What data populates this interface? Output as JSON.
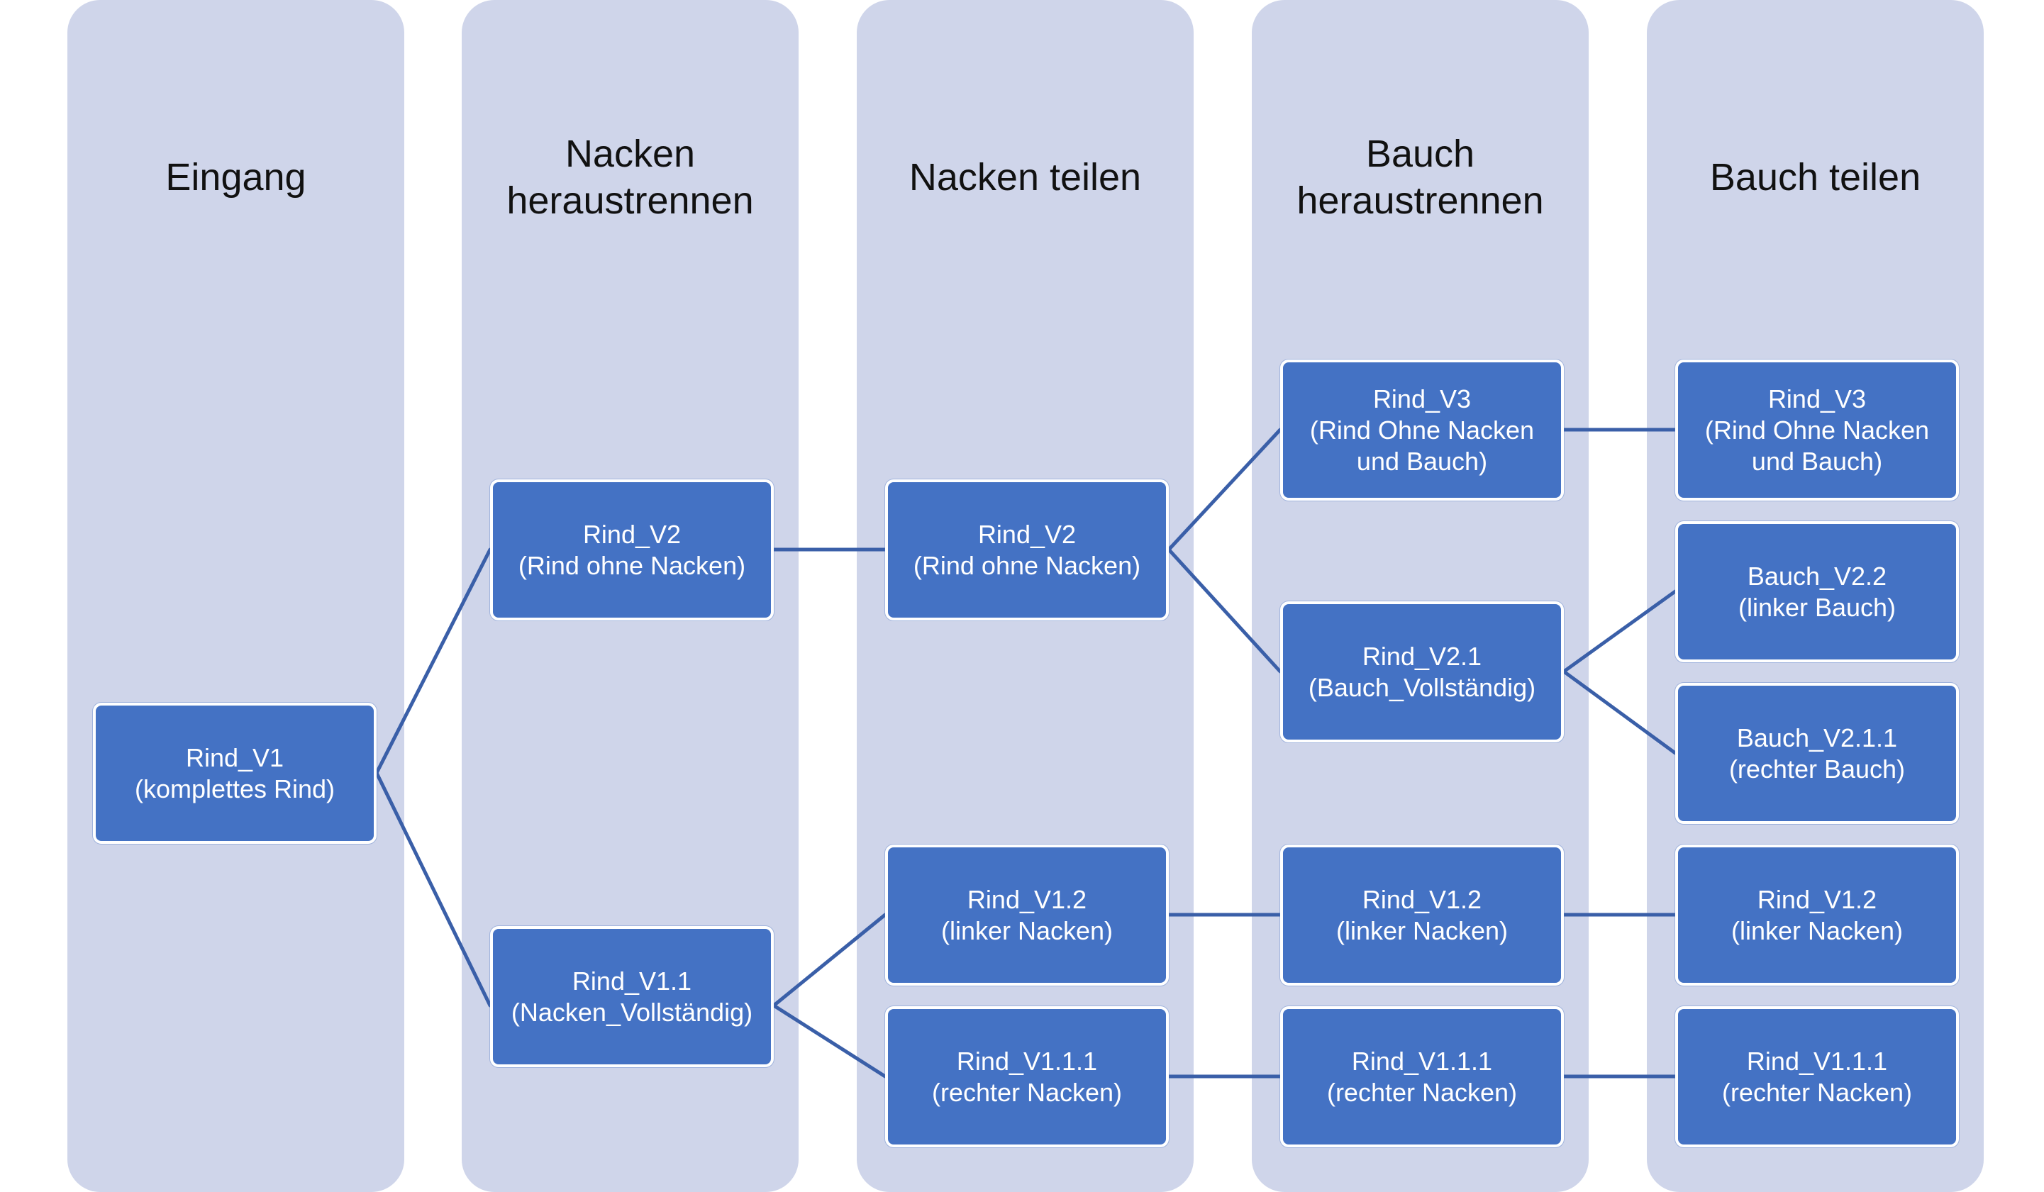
{
  "lanes": [
    {
      "title": "Eingang"
    },
    {
      "title": "Nacken\nheraustrennen"
    },
    {
      "title": "Nacken teilen"
    },
    {
      "title": "Bauch\nheraustrennen"
    },
    {
      "title": "Bauch teilen"
    }
  ],
  "nodes": {
    "eingang_rind_v1": "Rind_V1\n(komplettes Rind)",
    "nh_rind_v2": "Rind_V2\n(Rind ohne Nacken)",
    "nh_rind_v1_1": "Rind_V1.1\n(Nacken_Vollständig)",
    "nt_rind_v2": "Rind_V2\n(Rind ohne Nacken)",
    "nt_rind_v1_2": "Rind_V1.2\n(linker Nacken)",
    "nt_rind_v1_1_1": "Rind_V1.1.1\n(rechter Nacken)",
    "bh_rind_v3": "Rind_V3\n(Rind Ohne Nacken\nund Bauch)",
    "bh_rind_v2_1": "Rind_V2.1\n(Bauch_Vollständig)",
    "bh_rind_v1_2": "Rind_V1.2\n(linker Nacken)",
    "bh_rind_v1_1_1": "Rind_V1.1.1\n(rechter Nacken)",
    "bt_rind_v3": "Rind_V3\n(Rind Ohne Nacken\nund Bauch)",
    "bt_bauch_v2_2": "Bauch_V2.2\n(linker Bauch)",
    "bt_bauch_v2_1_1": "Bauch_V2.1.1\n(rechter Bauch)",
    "bt_rind_v1_2": "Rind_V1.2\n(linker Nacken)",
    "bt_rind_v1_1_1": "Rind_V1.1.1\n(rechter Nacken)"
  },
  "colors": {
    "lane_fill": "#cfd5ea",
    "node_fill": "#4472c4",
    "node_border": "#ffffff",
    "connector": "#3a5fa8",
    "title_text": "#111111"
  }
}
